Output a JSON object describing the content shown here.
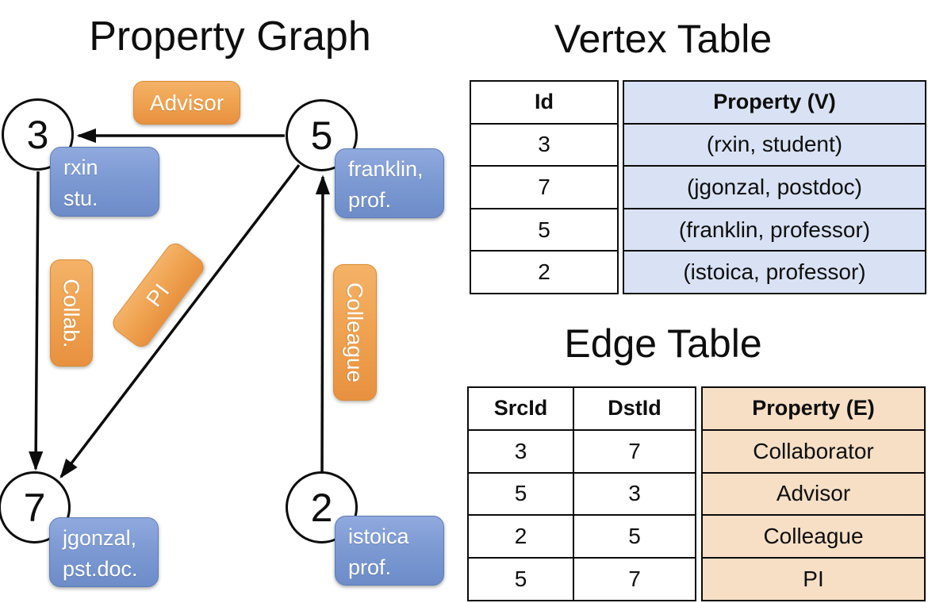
{
  "colors": {
    "edge_label_orange": "#EFA24F",
    "vertex_label_blue": "#7D9AD3",
    "vertex_property_fill": "#D9E2F4",
    "edge_property_fill": "#F6DFC5",
    "line_black": "#0c0c0c"
  },
  "graph": {
    "title": "Property Graph",
    "vertices": [
      {
        "id": "3",
        "line1": "rxin",
        "line2": "stu."
      },
      {
        "id": "5",
        "line1": "franklin,",
        "line2": "prof."
      },
      {
        "id": "7",
        "line1": "jgonzal,",
        "line2": "pst.doc."
      },
      {
        "id": "2",
        "line1": "istoica",
        "line2": "prof."
      }
    ],
    "edge_labels": {
      "advisor": "Advisor",
      "collab": "Collab.",
      "pi": "PI",
      "colleague": "Colleague"
    },
    "edges": [
      {
        "src": "5",
        "dst": "3",
        "label": "Advisor"
      },
      {
        "src": "3",
        "dst": "7",
        "label": "Collab."
      },
      {
        "src": "5",
        "dst": "7",
        "label": "PI"
      },
      {
        "src": "2",
        "dst": "5",
        "label": "Colleague"
      }
    ]
  },
  "vertex_table": {
    "title": "Vertex Table",
    "headers": {
      "id": "Id",
      "property": "Property (V)"
    },
    "rows": [
      {
        "id": "3",
        "property": "(rxin, student)"
      },
      {
        "id": "7",
        "property": "(jgonzal, postdoc)"
      },
      {
        "id": "5",
        "property": "(franklin, professor)"
      },
      {
        "id": "2",
        "property": "(istoica, professor)"
      }
    ]
  },
  "edge_table": {
    "title": "Edge Table",
    "headers": {
      "src": "SrcId",
      "dst": "DstId",
      "property": "Property (E)"
    },
    "rows": [
      {
        "src": "3",
        "dst": "7",
        "property": "Collaborator"
      },
      {
        "src": "5",
        "dst": "3",
        "property": "Advisor"
      },
      {
        "src": "2",
        "dst": "5",
        "property": "Colleague"
      },
      {
        "src": "5",
        "dst": "7",
        "property": "PI"
      }
    ]
  }
}
